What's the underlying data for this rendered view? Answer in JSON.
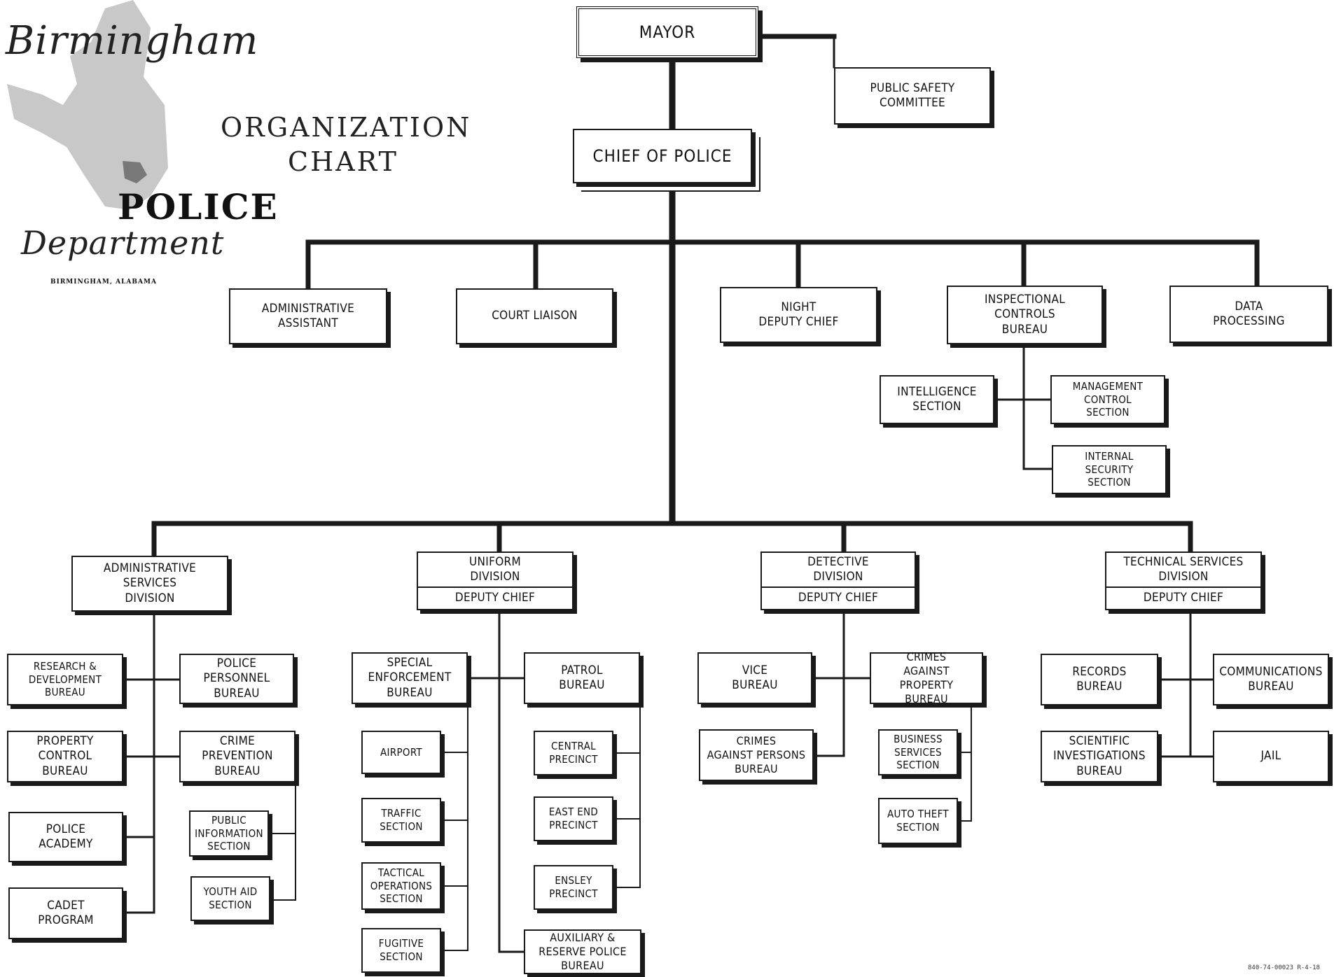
{
  "logo": {
    "script_top": "Birmingham",
    "police": "POLICE",
    "script_bottom": "Department",
    "city": "BIRMINGHAM, ALABAMA"
  },
  "title": "ORGANIZATION\nCHART",
  "doc_code": "840-74-00023 R-4-18",
  "colors": {
    "line": "#1a1a1a",
    "background": "#ffffff"
  },
  "boxes": {
    "mayor": "MAYOR",
    "public_safety": "PUBLIC SAFETY\nCOMMITTEE",
    "chief": "CHIEF OF POLICE",
    "admin_assistant": "ADMINISTRATIVE\nASSISTANT",
    "court_liaison": "COURT LIAISON",
    "night_deputy": "NIGHT\nDEPUTY CHIEF",
    "inspectional": "INSPECTIONAL\nCONTROLS\nBUREAU",
    "data_processing": "DATA\nPROCESSING",
    "intelligence": "INTELLIGENCE\nSECTION",
    "management_control": "MANAGEMENT\nCONTROL\nSECTION",
    "internal_security": "INTERNAL\nSECURITY\nSECTION",
    "admin_services": "ADMINISTRATIVE\nSERVICES\nDIVISION",
    "uniform_div": "UNIFORM\nDIVISION",
    "uniform_sub": "DEPUTY CHIEF",
    "detective_div": "DETECTIVE\nDIVISION",
    "detective_sub": "DEPUTY CHIEF",
    "technical_div": "TECHNICAL SERVICES\nDIVISION",
    "technical_sub": "DEPUTY CHIEF",
    "research": "RESEARCH  &\nDEVELOPMENT\nBUREAU",
    "personnel": "POLICE\nPERSONNEL\nBUREAU",
    "property": "PROPERTY\nCONTROL\nBUREAU",
    "crime_prevention": "CRIME\nPREVENTION\nBUREAU",
    "public_info": "PUBLIC\nINFORMATION\nSECTION",
    "police_academy": "POLICE\nACADEMY",
    "youth_aid": "YOUTH AID\nSECTION",
    "cadet": "CADET\nPROGRAM",
    "special_enf": "SPECIAL\nENFORCEMENT\nBUREAU",
    "patrol": "PATROL\nBUREAU",
    "airport": "AIRPORT",
    "central": "CENTRAL\nPRECINCT",
    "traffic": "TRAFFIC\nSECTION",
    "east_end": "EAST END\nPRECINCT",
    "tactical": "TACTICAL\nOPERATIONS\nSECTION",
    "ensley": "ENSLEY\nPRECINCT",
    "fugitive": "FUGITIVE\nSECTION",
    "auxiliary": "AUXILIARY  &\nRESERVE POLICE\nBUREAU",
    "vice": "VICE\nBUREAU",
    "crimes_property": "CRIMES\nAGAINST PROPERTY\nBUREAU",
    "crimes_persons": "CRIMES\nAGAINST PERSONS\nBUREAU",
    "business_services": "BUSINESS\nSERVICES\nSECTION",
    "auto_theft": "AUTO THEFT\nSECTION",
    "records": "RECORDS\nBUREAU",
    "communications": "COMMUNICATIONS\nBUREAU",
    "scientific": "SCIENTIFIC\nINVESTIGATIONS\nBUREAU",
    "jail": "JAIL"
  }
}
